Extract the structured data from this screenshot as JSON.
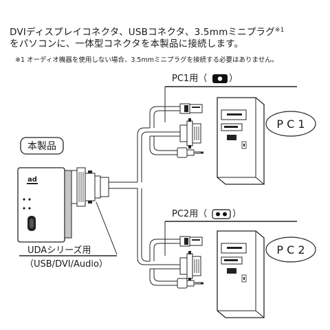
{
  "instructions": {
    "line1": "DVIディスプレイコネクタ、USBコネクタ、3.5mmミニプラグ",
    "line1_sup": "※1",
    "line2": "をパソコンに、一体型コネクタを本製品に接続します。",
    "note": "※1 オーディオ機器を使用しない場合、3.5mmミニプラグを接続する必要はありません。"
  },
  "labels": {
    "product": "本製品",
    "pc1_port": "PC1用（",
    "pc1_port_close": "）",
    "pc2_port": "PC2用（",
    "pc2_port_close": "）",
    "pc1": "P C 1",
    "pc2": "P C 2",
    "series_line1": "UDAシリーズ用",
    "series_line2": "（USB/DVI/Audio）",
    "unit_logo": "ad"
  },
  "icons": {
    "pc1_port_glyph": "●",
    "pc2_port_glyph": "●●"
  }
}
